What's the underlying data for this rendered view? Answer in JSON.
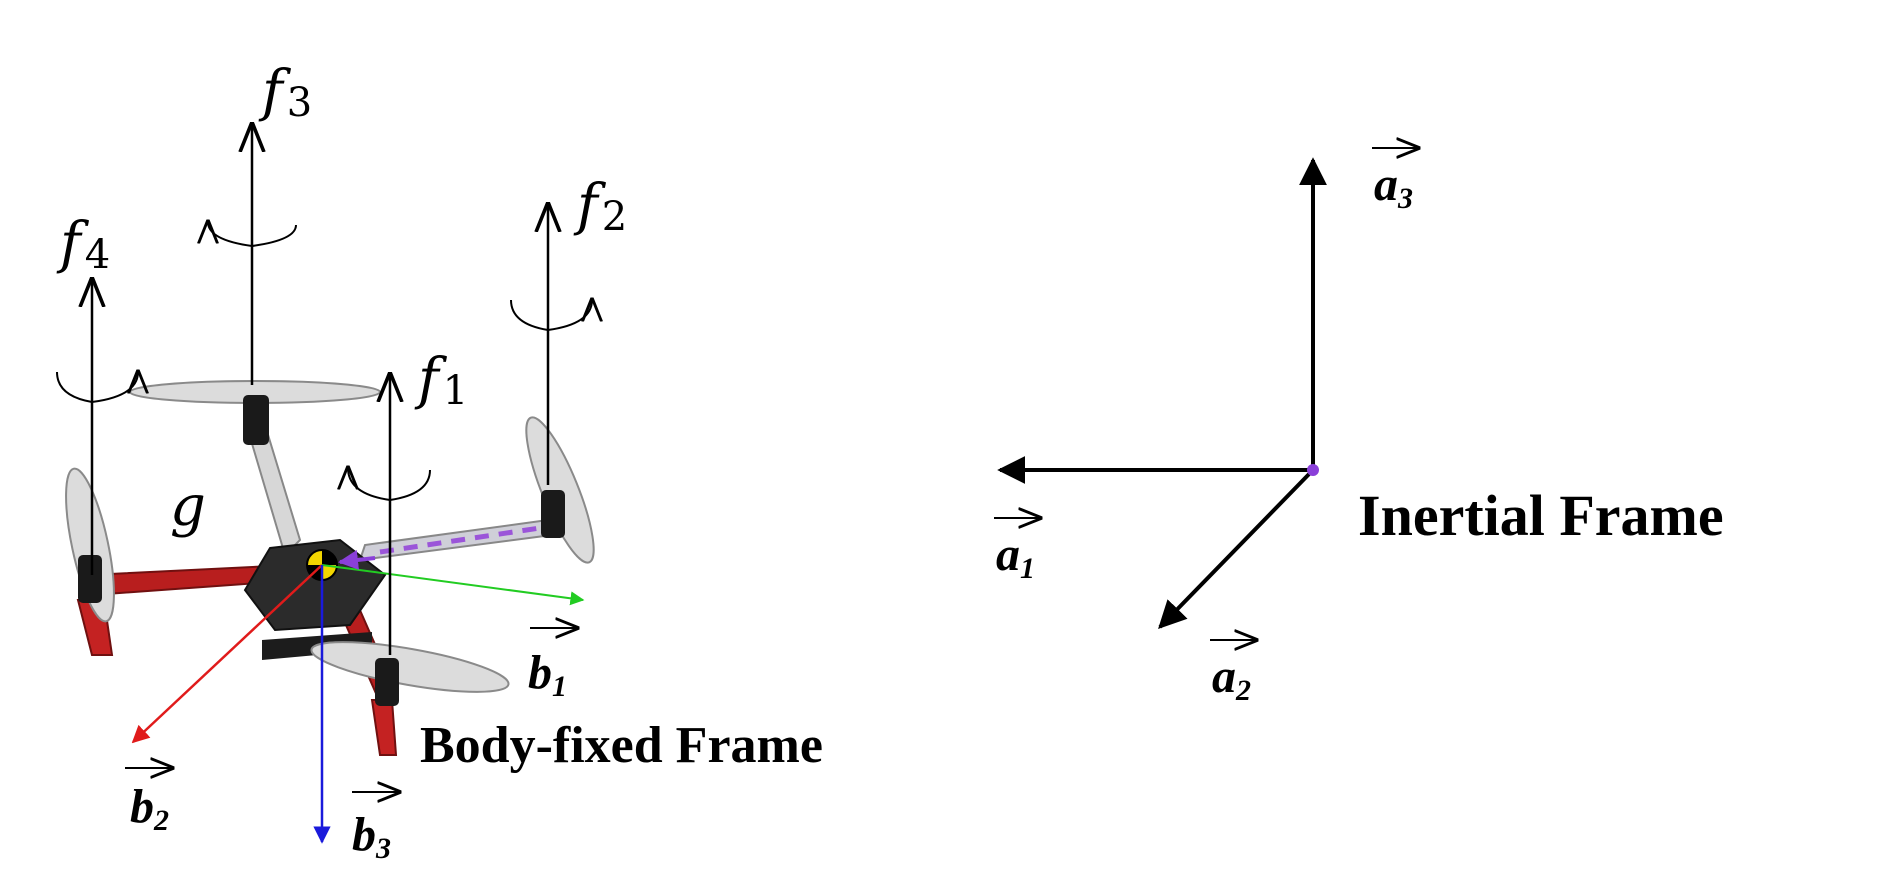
{
  "forces": [
    {
      "letter": "f",
      "index": "1"
    },
    {
      "letter": "f",
      "index": "2"
    },
    {
      "letter": "f",
      "index": "3"
    },
    {
      "letter": "f",
      "index": "4"
    }
  ],
  "gravity_label": "g",
  "body_axes": [
    {
      "letter": "b",
      "index": "1",
      "color": "#22cc22"
    },
    {
      "letter": "b",
      "index": "2",
      "color": "#e01b1b"
    },
    {
      "letter": "b",
      "index": "3",
      "color": "#1a1adb"
    }
  ],
  "inertial_axes": [
    {
      "letter": "a",
      "index": "1"
    },
    {
      "letter": "a",
      "index": "2"
    },
    {
      "letter": "a",
      "index": "3"
    }
  ],
  "body_frame_caption": "Body-fixed Frame",
  "inertial_frame_caption": "Inertial Frame",
  "colors": {
    "frame_arm": "#b81e1e",
    "arm_light": "#c9c9c9",
    "motor": "#1a1a1a",
    "propeller": "#dcdcdc",
    "origin_dot": "#8a3fd9"
  }
}
